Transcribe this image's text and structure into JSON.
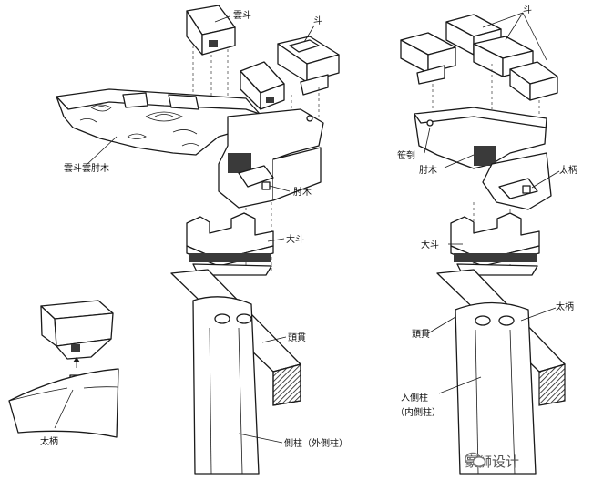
{
  "labels": {
    "yundou_top": "雲斗",
    "dou_top_left": "斗",
    "dou_top_right": "斗",
    "yundou_yunzhoumu": "雲斗雲肘木",
    "zhoumu_left": "肘木",
    "zhoumu_right": "肘木",
    "zhiduo": "笹刳",
    "dabing_right_top": "太柄",
    "dadou_left": "大斗",
    "dadou_right": "大斗",
    "dabing_right_mid": "太柄",
    "toukan_left": "頭貫",
    "toukan_right": "頭貫",
    "cezhu": "側柱（外側柱）",
    "rucezhu_line1": "入側柱",
    "rucezhu_line2": "（内側柱）",
    "dabing_bottom_left": "太柄"
  },
  "watermark": {
    "text": "豪狮设计",
    "icon": "wechat-official-account-icon"
  }
}
